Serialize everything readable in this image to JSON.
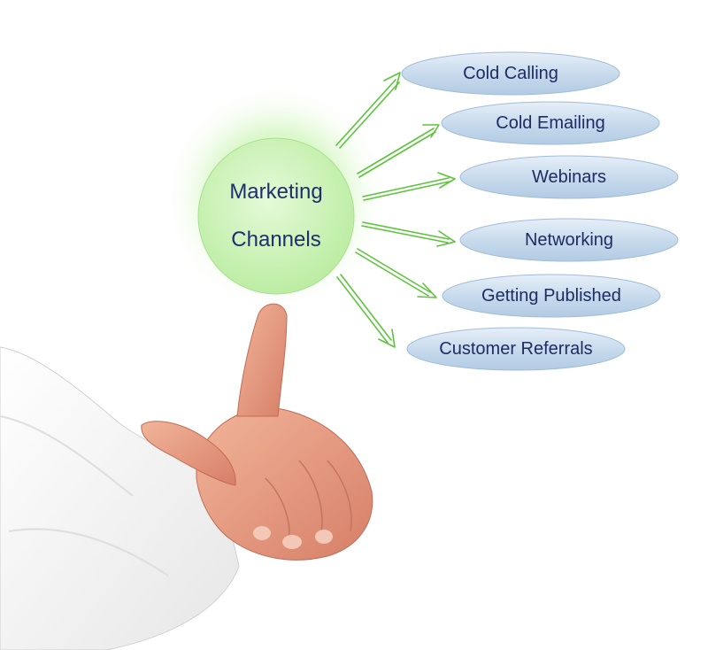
{
  "center": {
    "line1": "Marketing",
    "line2": "Channels",
    "fill_color": "#c6f2b8"
  },
  "channels": [
    {
      "label": "Cold Calling"
    },
    {
      "label": "Cold Emailing"
    },
    {
      "label": "Webinars"
    },
    {
      "label": "Networking"
    },
    {
      "label": "Getting Published"
    },
    {
      "label": "Customer Referrals"
    }
  ],
  "colors": {
    "ellipse_fill": "#c9dbec",
    "arrow": "#6dd24e",
    "text": "#1d2c62"
  }
}
